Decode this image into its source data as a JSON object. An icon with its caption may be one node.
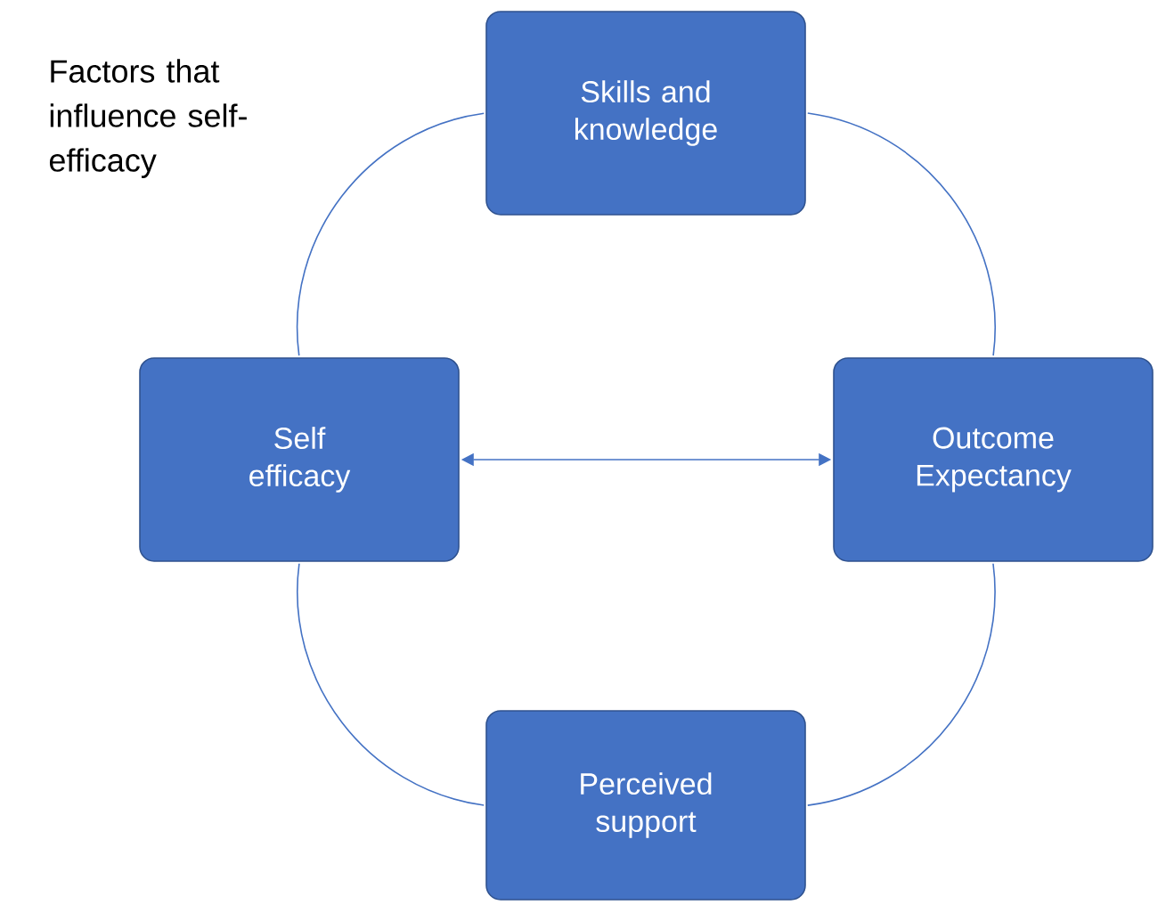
{
  "diagram": {
    "nodes": [
      {
        "text": [
          "Skills and knowledge"
        ]
      },
      {
        "text": [
          "Self efficacy"
        ]
      },
      {
        "text": [
          "Outcome Expectancy"
        ]
      },
      {
        "text": [
          "Perceived support"
        ]
      }
    ],
    "edges": [
      {
        "from": 1,
        "to": 2,
        "arrow": "both"
      },
      {
        "from": 0,
        "to": 2,
        "arrow": "none"
      },
      {
        "from": 2,
        "to": 3,
        "arrow": "none"
      },
      {
        "from": 3,
        "to": 1,
        "arrow": "none"
      },
      {
        "from": 1,
        "to": 0,
        "arrow": "none"
      }
    ],
    "labels": [
      "Factors that influence self-efficacy"
    ]
  }
}
